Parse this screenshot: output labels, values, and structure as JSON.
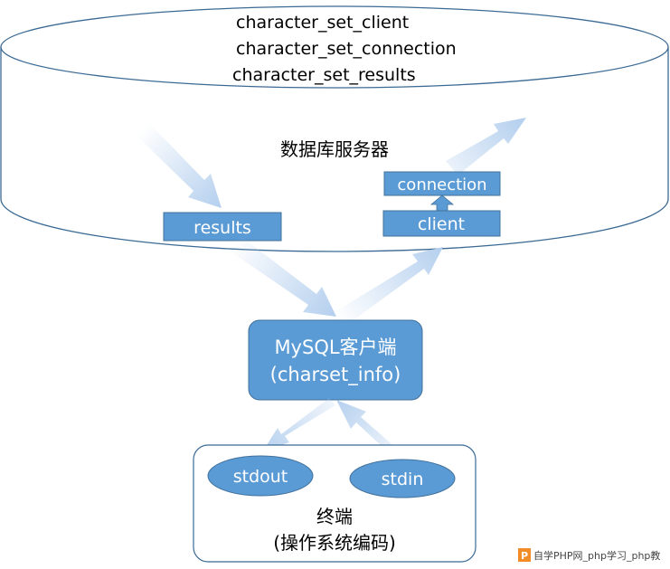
{
  "server": {
    "variables": [
      "character_set_client",
      "character_set_connection",
      "character_set_results"
    ],
    "title": "数据库服务器",
    "results_label": "results",
    "connection_label": "connection",
    "client_label": "client"
  },
  "client_box": {
    "line1": "MySQL客户端",
    "line2": "(charset_info)"
  },
  "terminal": {
    "stdout_label": "stdout",
    "stdin_label": "stdin",
    "line1": "终端",
    "line2": "(操作系统编码)"
  },
  "watermark": {
    "text": "自学PHP网_php学习_php教"
  },
  "colors": {
    "box_fill": "#5b9bd5",
    "box_stroke": "#41719c",
    "arrow": "#b4cfee",
    "outline": "#3b6a94"
  }
}
